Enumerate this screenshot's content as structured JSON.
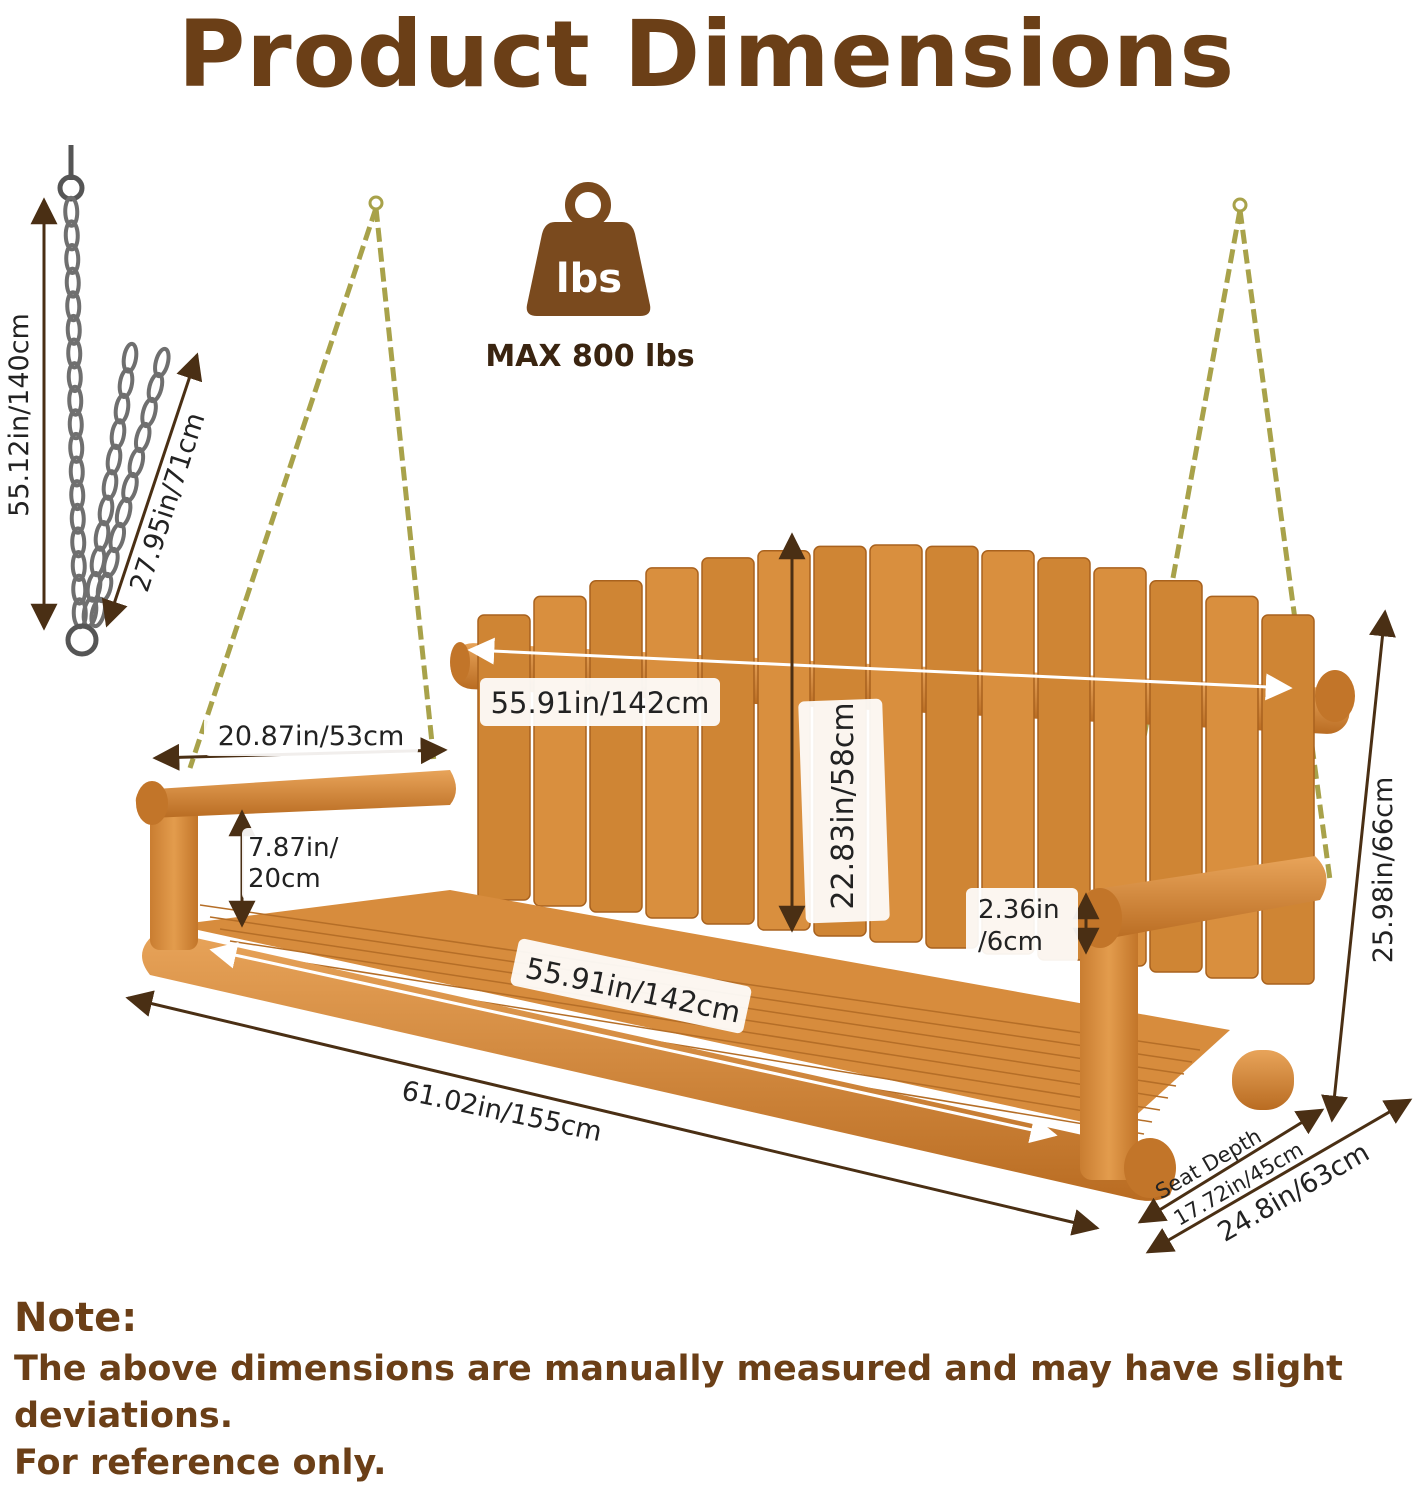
{
  "title": "Product Dimensions",
  "weight": {
    "icon": "weight-icon",
    "icon_text": "lbs",
    "label": "MAX 800 lbs"
  },
  "dimensions": {
    "chain_long": "55.12in/140cm",
    "chain_short": "27.95in/71cm",
    "back_width": "55.91in/142cm",
    "armrest_length": "20.87in/53cm",
    "back_height": "22.83in/58cm",
    "armrest_height": "7.87in/\n20cm",
    "arm_thickness": "2.36in\n/6cm",
    "total_height": "25.98in/66cm",
    "seat_width": "55.91in/142cm",
    "total_length": "61.02in/155cm",
    "seat_depth_label": "Seat Depth",
    "seat_depth": "17.72in/45cm",
    "total_depth": "24.8in/63cm"
  },
  "note": {
    "heading": "Note:",
    "lines": [
      "The above dimensions are manually measured and may have slight",
      "deviations.",
      "For reference only."
    ]
  },
  "colors": {
    "title": "#6b3f17",
    "wood": "#d98f3e",
    "wood_dark": "#b06a25",
    "chain_gold": "#a8a24a",
    "chain_steel": "#6f6f6f",
    "arrow": "#5a3a1c",
    "weight_icon": "#7a4a1e"
  }
}
